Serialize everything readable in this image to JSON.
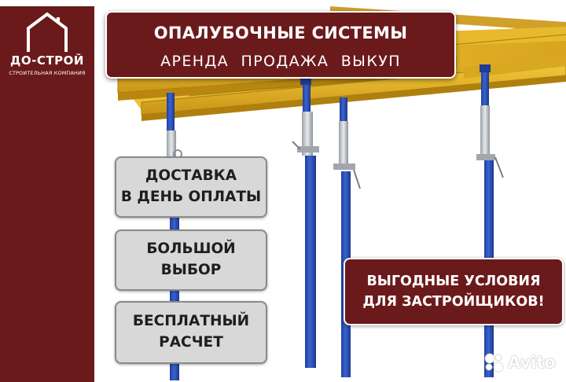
{
  "brand": {
    "name": "ДО-СТРОЙ",
    "tagline": "СТРОИТЕЛЬНАЯ КОМПАНИЯ"
  },
  "header": {
    "title": "ОПАЛУБОЧНЫЕ СИСТЕМЫ",
    "subtitle": "АРЕНДА  ПРОДАЖА  ВЫКУП"
  },
  "features": [
    {
      "line1": "ДОСТАВКА",
      "line2": "В ДЕНЬ ОПЛАТЫ"
    },
    {
      "line1": "БОЛЬШОЙ",
      "line2": "ВЫБОР"
    },
    {
      "line1": "БЕСПЛАТНЫЙ",
      "line2": "РАСЧЕТ"
    }
  ],
  "offer": {
    "line1": "ВЫГОДНЫЕ УСЛОВИЯ",
    "line2": "ДЛЯ ЗАСТРОЙЩИКОВ!"
  },
  "watermark": {
    "text": "Avito"
  },
  "colors": {
    "brand_maroon": "#6b1a1c",
    "badge_gray": "#d8d8d8",
    "beam_yellow": "#e6b422",
    "prop_blue": "#2a4fb8",
    "prop_silver": "#c9ccd0"
  },
  "icons": {
    "logo": "house-outline-icon",
    "watermark": "avito-dots-icon"
  }
}
